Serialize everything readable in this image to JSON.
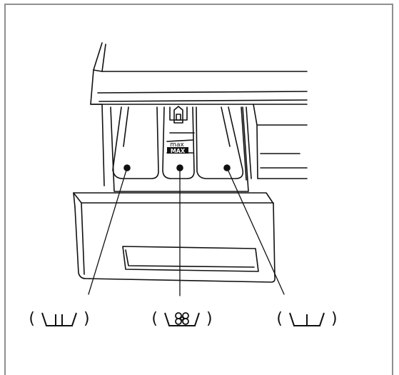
{
  "figure": {
    "max_marking_small": "max",
    "max_marking_large": "MAX"
  },
  "labels": [
    {
      "id": "left-compartment-symbol",
      "open": "(",
      "close": ")",
      "icon": "prewash-two-bars-icon"
    },
    {
      "id": "middle-compartment-symbol",
      "open": "(",
      "close": ")",
      "icon": "softener-flower-icon"
    },
    {
      "id": "right-compartment-symbol",
      "open": "(",
      "close": ")",
      "icon": "main-wash-single-bar-icon"
    }
  ],
  "colors": {
    "line": "#111111",
    "frame": "#8f8f8f",
    "background": "#ffffff"
  }
}
